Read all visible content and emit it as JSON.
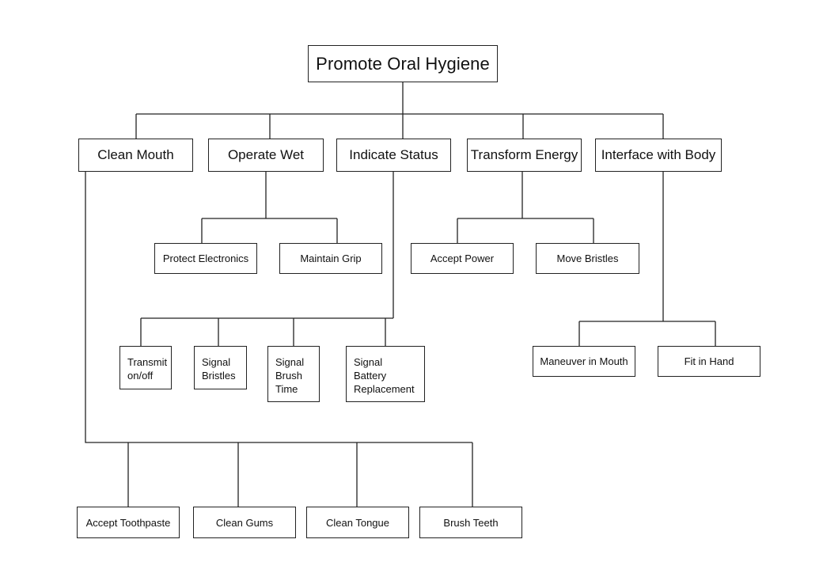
{
  "diagram": {
    "root": "Promote Oral Hygiene",
    "functions": {
      "clean_mouth": "Clean Mouth",
      "operate_wet": "Operate Wet",
      "indicate_status": "Indicate Status",
      "transform_energy": "Transform Energy",
      "interface_with_body": "Interface with Body"
    },
    "subfunctions": {
      "protect_electronics": "Protect Electronics",
      "maintain_grip": "Maintain Grip",
      "accept_power": "Accept Power",
      "move_bristles": "Move Bristles",
      "transmit_on_off": "Transmit\non/off",
      "signal_bristles": "Signal\nBristles",
      "signal_brush_time": "Signal\nBrush\nTime",
      "signal_battery_replacement": "Signal\nBattery\nReplacement",
      "maneuver_in_mouth": "Maneuver in Mouth",
      "fit_in_hand": "Fit in Hand",
      "accept_toothpaste": "Accept Toothpaste",
      "clean_gums": "Clean Gums",
      "clean_tongue": "Clean Tongue",
      "brush_teeth": "Brush Teeth"
    }
  }
}
